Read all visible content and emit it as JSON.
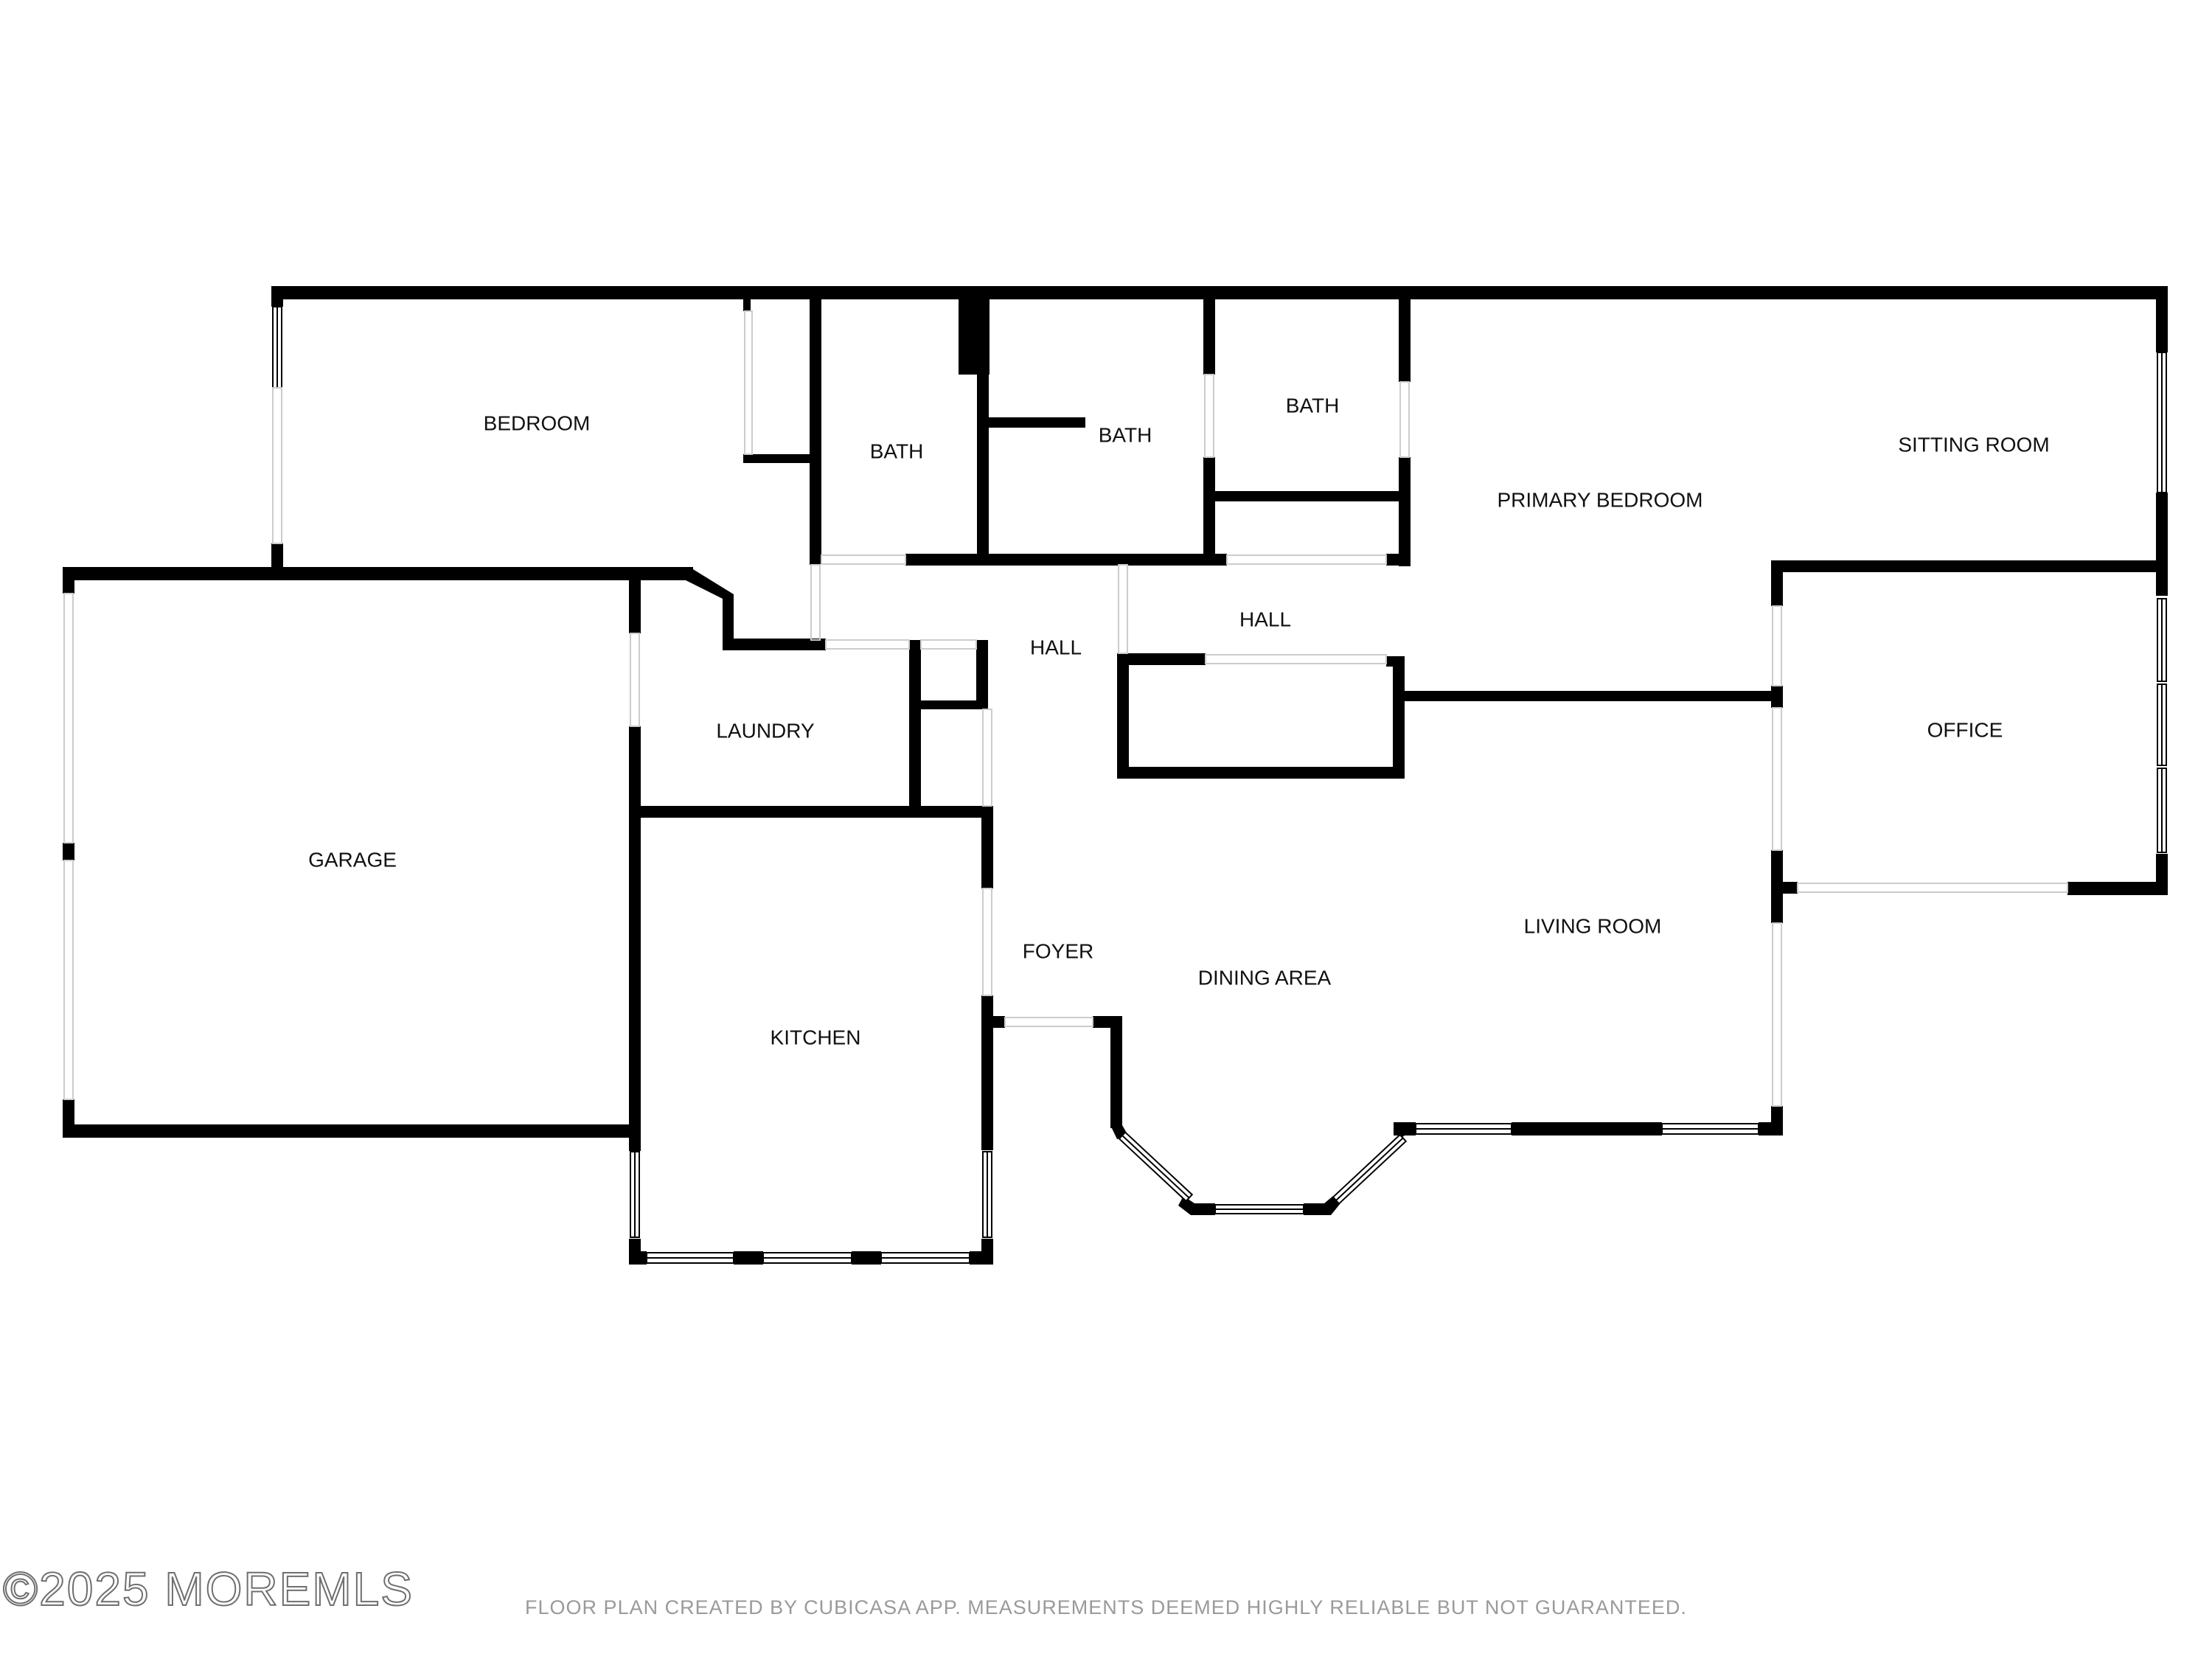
{
  "rooms": {
    "bedroom": "BEDROOM",
    "bath1": "BATH",
    "bath2": "BATH",
    "bath3": "BATH",
    "primary_bedroom": "PRIMARY BEDROOM",
    "sitting_room": "SITTING ROOM",
    "hall1": "HALL",
    "hall2": "HALL",
    "laundry": "LAUNDRY",
    "garage": "GARAGE",
    "office": "OFFICE",
    "kitchen": "KITCHEN",
    "foyer": "FOYER",
    "dining_area": "DINING AREA",
    "living_room": "LIVING ROOM"
  },
  "footer": {
    "note": "FLOOR PLAN CREATED BY CUBICASA APP. MEASUREMENTS DEEMED HIGHLY RELIABLE BUT NOT GUARANTEED.",
    "watermark": "©2025 MOREMLS"
  },
  "colors": {
    "wall": "#000000",
    "background": "#ffffff",
    "note_text": "#9a9a9a"
  }
}
